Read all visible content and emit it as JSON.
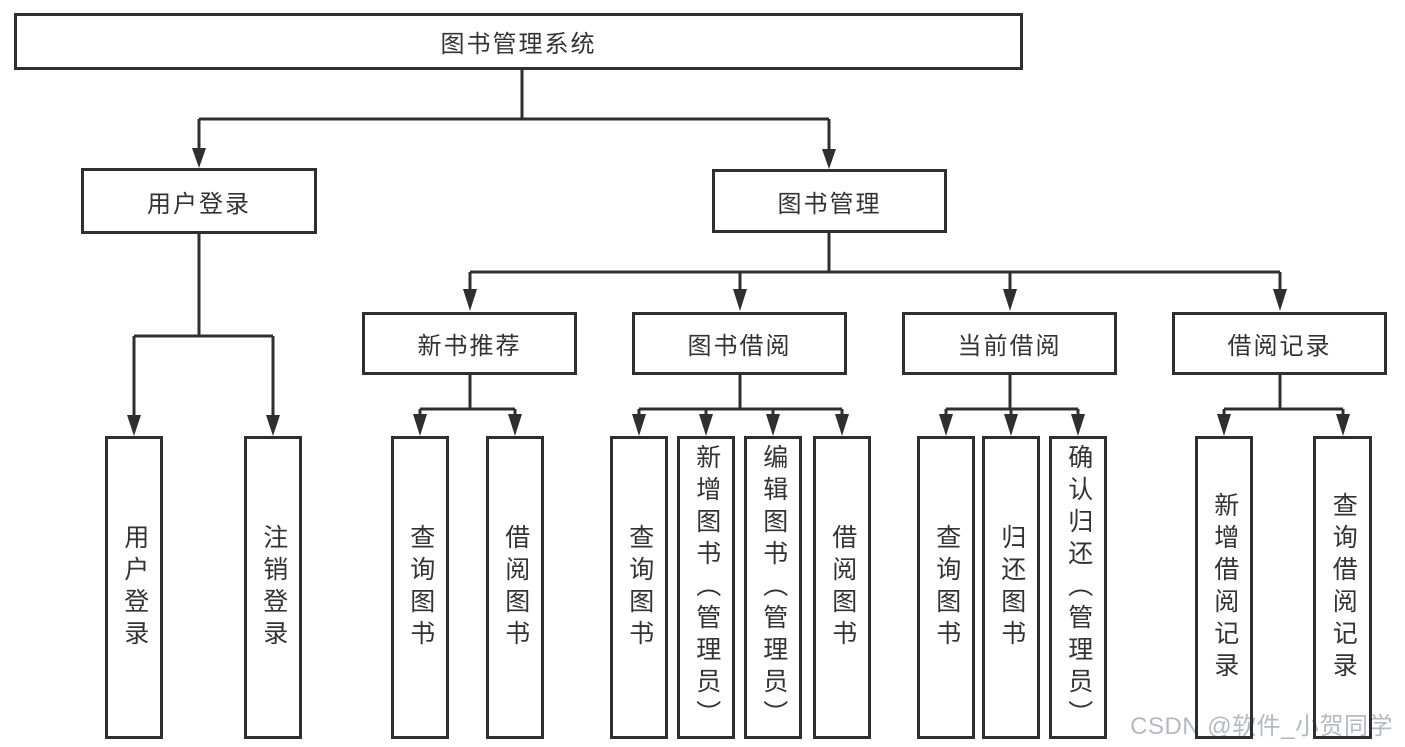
{
  "diagram": {
    "root": {
      "label": "图书管理系统"
    },
    "branches": [
      {
        "label": "用户登录",
        "children": [
          {
            "label": "用户登录"
          },
          {
            "label": "注销登录"
          }
        ]
      },
      {
        "label": "图书管理",
        "children": [
          {
            "label": "新书推荐",
            "children": [
              {
                "label": "查询图书"
              },
              {
                "label": "借阅图书"
              }
            ]
          },
          {
            "label": "图书借阅",
            "children": [
              {
                "label": "查询图书"
              },
              {
                "label": "新增图书（管理员）"
              },
              {
                "label": "编辑图书（管理员）"
              },
              {
                "label": "借阅图书"
              }
            ]
          },
          {
            "label": "当前借阅",
            "children": [
              {
                "label": "查询图书"
              },
              {
                "label": "归还图书"
              },
              {
                "label": "确认归还（管理员）"
              }
            ]
          },
          {
            "label": "借阅记录",
            "children": [
              {
                "label": "新增借阅记录"
              },
              {
                "label": "查询借阅记录"
              }
            ]
          }
        ]
      }
    ]
  },
  "watermark": {
    "label": "CSDN @软件_小贺同学"
  },
  "colors": {
    "line": "#2f2f2f",
    "border": "#2f2f2f",
    "text": "#333333",
    "background": "#ffffff",
    "watermark": "#b3bac1"
  }
}
